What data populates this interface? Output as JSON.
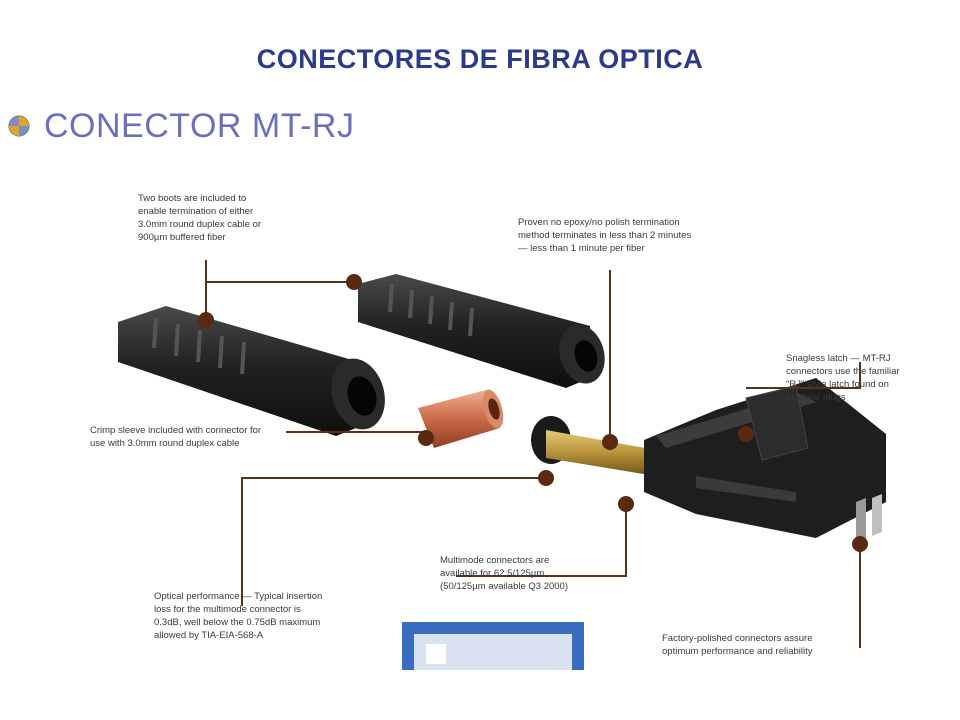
{
  "slide": {
    "title": "CONECTORES  DE FIBRA OPTICA",
    "subtitle": "CONECTOR MT-RJ"
  },
  "callouts": {
    "boots": "Two boots are included to\nenable termination of either\n3.0mm round duplex cable or\n900µm buffered fiber",
    "no_epoxy": "Proven no epoxy/no polish termination\nmethod terminates in less than 2 minutes\n— less than 1 minute per fiber",
    "snagless": "Snagless latch — MT-RJ\nconnectors use the familiar\n\"RJ\" style latch found on\nmodular plugs",
    "crimp": "Crimp sleeve included with connector for\nuse with 3.0mm round duplex cable",
    "multimode": "Multimode connectors are\navailable for 62.5/125µm\n(50/125µm available Q3 2000)",
    "optical": "Optical performance — Typical insertion\nloss for the multimode connector is\n0.3dB, well below the 0.75dB maximum\nallowed by TIA-EIA-568-A",
    "factory": "Factory-polished connectors assure\noptimum performance and reliability"
  },
  "colors": {
    "title": "#2b3a8a",
    "subtitle": "#6b6fc0",
    "leader": "#5a3218",
    "dot": "#5a2a10",
    "connector_body": "#1e1e1e",
    "crimp_sleeve": "#c96a48",
    "ferrule_tube": "#b8923a"
  },
  "icons": {
    "bullet": "quadrant-bullet-icon"
  }
}
